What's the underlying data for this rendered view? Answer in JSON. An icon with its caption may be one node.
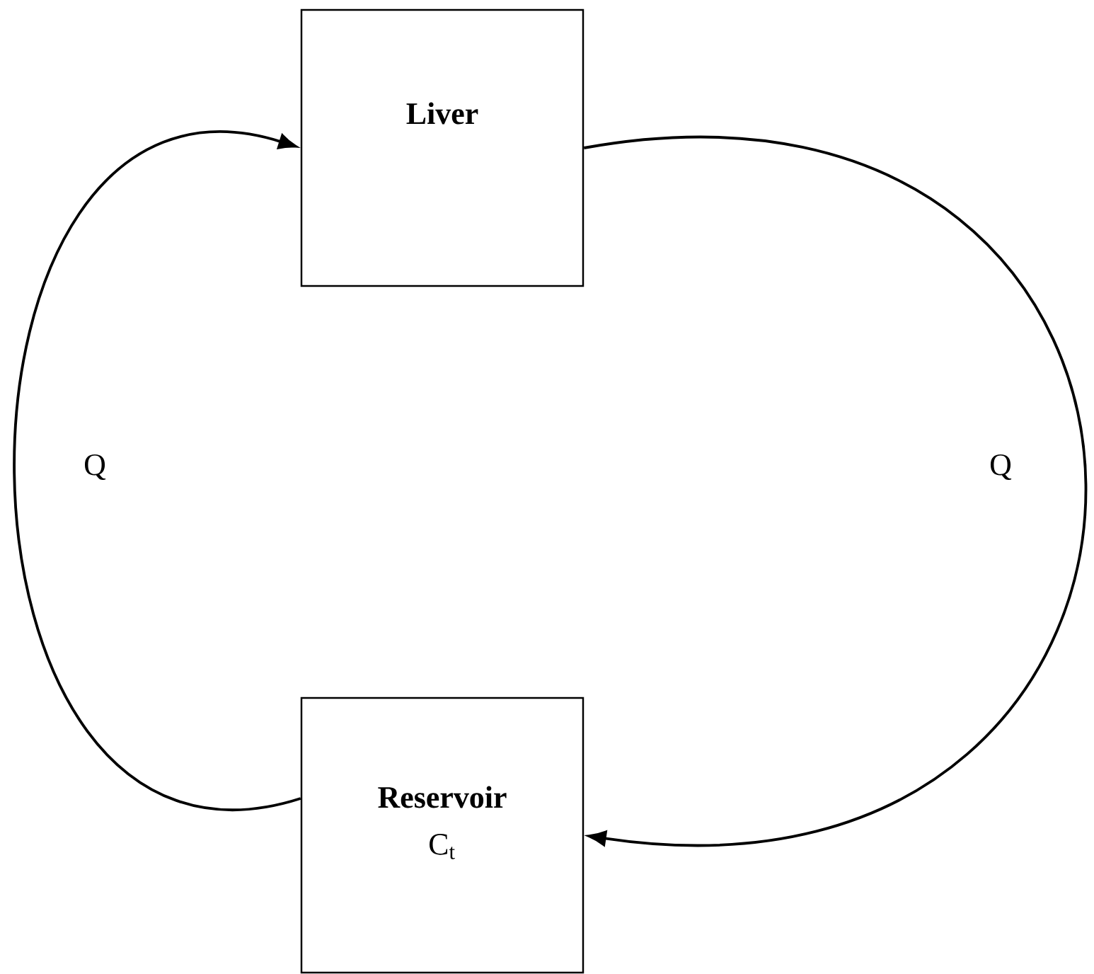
{
  "diagram": {
    "nodes": [
      {
        "text": [
          "**Liver**"
        ]
      },
      {
        "text": [
          "**Reservoir**",
          "C$_{t}$"
        ]
      }
    ],
    "edges": [
      {
        "from": 0,
        "to": 1,
        "arrow": "to",
        "label": "Q"
      },
      {
        "from": 1,
        "to": 0,
        "arrow": "to",
        "label": "Q"
      }
    ]
  }
}
